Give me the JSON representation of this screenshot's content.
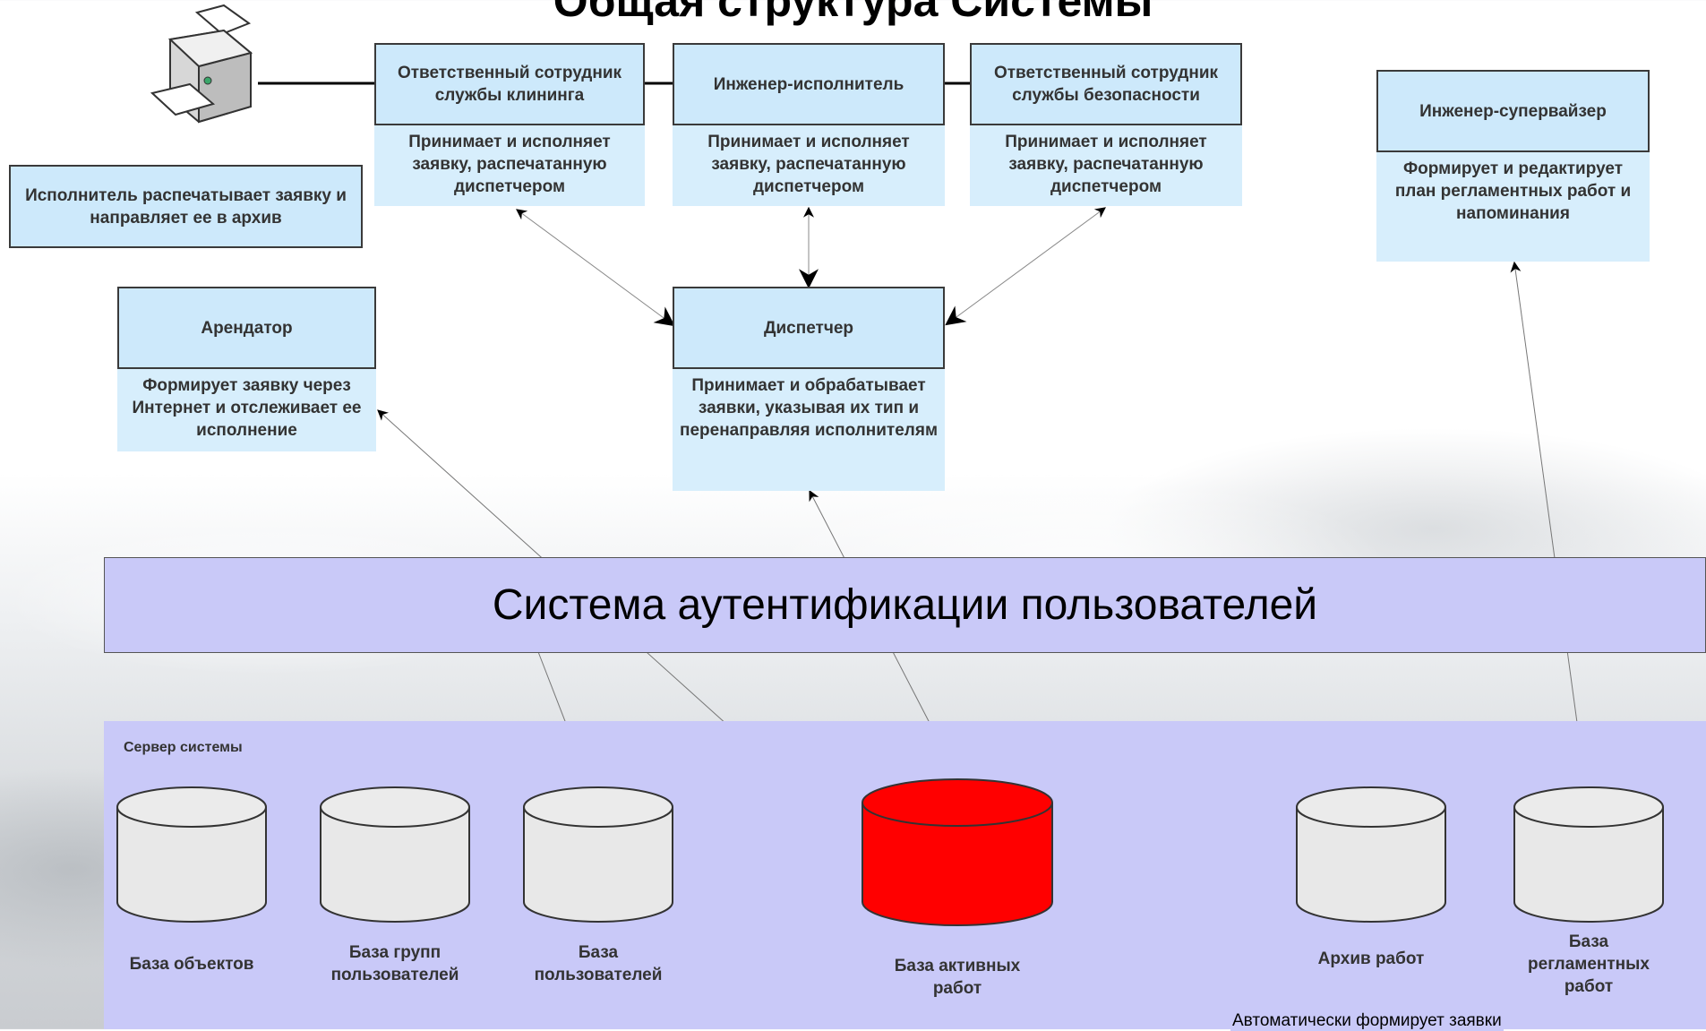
{
  "title": "Общая структура Системы",
  "roles": {
    "cleaning": {
      "head": "Ответственный сотрудник службы клининга",
      "desc": "Принимает и исполняет заявку, распечатанную диспетчером"
    },
    "engineer": {
      "head": "Инженер-исполнитель",
      "desc": "Принимает и исполняет заявку, распечатанную диспетчером"
    },
    "security": {
      "head": "Ответственный сотрудник службы безопасности",
      "desc": "Принимает и исполняет заявку, распечатанную диспетчером"
    },
    "supervisor": {
      "head": "Инженер-супервайзер",
      "desc": "Формирует и редактирует план регламентных работ и напоминания"
    },
    "tenant": {
      "head": "Арендатор",
      "desc": "Формирует заявку через Интернет и отслеживает ее исполнение"
    },
    "dispatcher": {
      "head": "Диспетчер",
      "desc": "Принимает и обрабатывает заявки, указывая их тип и перенаправляя исполнителям"
    }
  },
  "printer_note": "Исполнитель распечатывает заявку и направляет ее в архив",
  "auth_system": "Система аутентификации пользователей",
  "server": {
    "label": "Сервер системы",
    "databases": {
      "objects": "База объектов",
      "user_groups": "База групп пользователей",
      "users": "База пользователей",
      "active_jobs": "База активных работ",
      "archive": "Архив работ",
      "scheduled": "База регламентных работ"
    },
    "auto_label": "Автоматически формирует заявки"
  },
  "colors": {
    "role_fill": "#cde9fb",
    "auth_fill": "#c9c9f8",
    "active_db": "#ff0000",
    "db_fill": "#e8e8e8"
  },
  "icons": [
    "printer-icon",
    "database-icon"
  ]
}
